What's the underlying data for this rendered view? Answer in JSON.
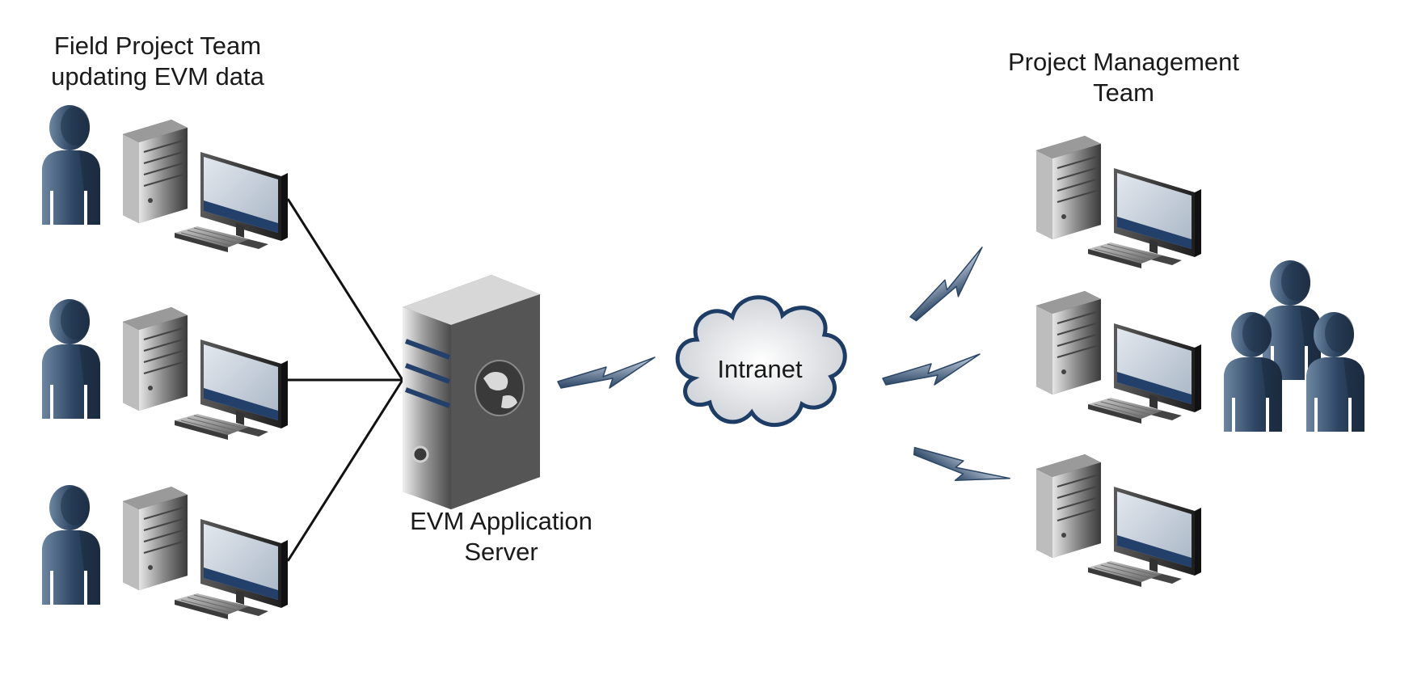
{
  "labels": {
    "field_team": [
      "Field Project Team",
      "updating EVM data"
    ],
    "pm_team": [
      "Project Management",
      "Team"
    ],
    "server": [
      "EVM Application",
      "Server"
    ],
    "cloud": "Intranet"
  },
  "icons": {
    "user": "user-icon",
    "workstation": "workstation-icon",
    "server": "server-icon",
    "cloud": "cloud-icon",
    "link": "lightning-link-icon",
    "group": "user-group-icon"
  },
  "colors": {
    "person_dark": "#1f3147",
    "person_light": "#6d87a3",
    "metal_dark": "#2b2b2b",
    "metal_light": "#d8d8d8",
    "screen": "#c9d3de",
    "screen_stripe": "#23406b",
    "link_dark": "#2c4666",
    "link_light": "#b8c7d8",
    "cloud_fill": "#eef0f2",
    "cloud_stroke": "#1d3c66"
  },
  "nodes": {
    "field_workstations": 3,
    "pm_workstations": 3
  }
}
